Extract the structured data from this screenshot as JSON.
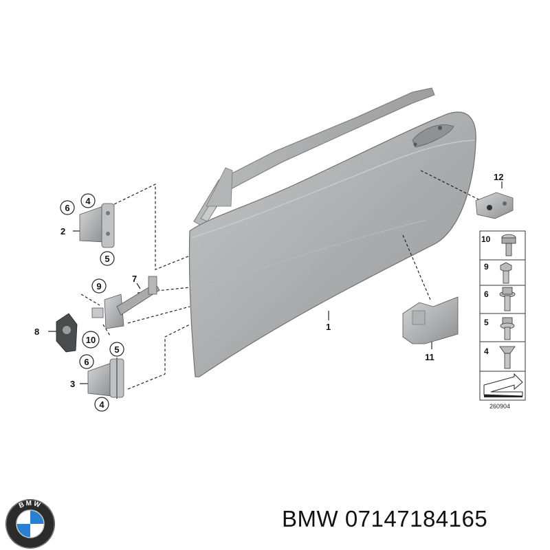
{
  "diagram": {
    "part_labels": {
      "p1": "1",
      "p2": "2",
      "p3": "3",
      "p4a": "4",
      "p4b": "4",
      "p5a": "5",
      "p5b": "5",
      "p6a": "6",
      "p6b": "6",
      "p7": "7",
      "p8": "8",
      "p9": "9",
      "p10": "10",
      "p11": "11",
      "p12": "12"
    },
    "fastener_panel": {
      "rows": [
        {
          "label": "10",
          "icon": "torx-bolt-icon"
        },
        {
          "label": "9",
          "icon": "hex-bolt-icon"
        },
        {
          "label": "6",
          "icon": "flange-bolt-icon"
        },
        {
          "label": "5",
          "icon": "collar-bolt-icon"
        },
        {
          "label": "4",
          "icon": "countersunk-bolt-icon"
        }
      ],
      "footer_icon": "arrow-direction-icon"
    },
    "diagram_number": "260904"
  },
  "caption": {
    "brand": "BMW",
    "part_number": "07147184165",
    "logo_text": "BMW"
  },
  "colors": {
    "door": "#a9abad",
    "line": "#222222",
    "logo_blue": "#2a7fd0"
  }
}
